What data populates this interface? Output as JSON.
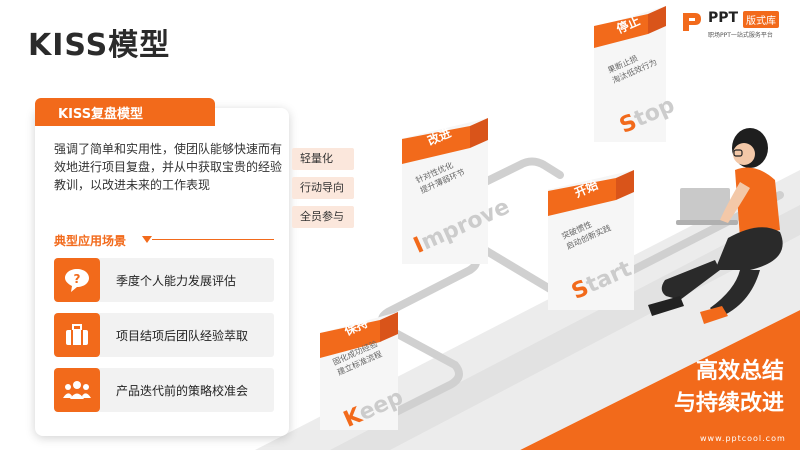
{
  "page": {
    "title": "KISS模型"
  },
  "logo": {
    "ppt": "PPT",
    "badge": "版式库",
    "subtitle": "职场PPT一站式服务平台"
  },
  "card": {
    "tab": "KISS复盘模型",
    "description": "强调了简单和实用性，使团队能够快速而有效地进行项目复盘，并从中获取宝贵的经验教训，以改进未来的工作表现",
    "scenarios_label": "典型应用场景",
    "scenarios": [
      {
        "icon": "question-bubble-icon",
        "text": "季度个人能力发展评估"
      },
      {
        "icon": "briefcase-icon",
        "text": "项目结项后团队经验萃取"
      },
      {
        "icon": "team-icon",
        "text": "产品迭代前的策略校准会"
      }
    ]
  },
  "tags": [
    "轻量化",
    "行动导向",
    "全员参与"
  ],
  "blocks": {
    "keep": {
      "label": "保持",
      "text1": "固化成功经验",
      "text2": "建立标准流程",
      "initial": "K",
      "rest": "eep"
    },
    "improve": {
      "label": "改进",
      "text1": "针对性优化",
      "text2": "提升薄弱环节",
      "initial": "I",
      "rest": "mprove"
    },
    "start": {
      "label": "开始",
      "text1": "突破惯性",
      "text2": "启动创新实践",
      "initial": "S",
      "rest": "tart"
    },
    "stop": {
      "label": "停止",
      "text1": "果断止损",
      "text2": "淘汰低效行为",
      "initial": "S",
      "rest": "top"
    }
  },
  "headline": {
    "line1": "高效总结",
    "line2": "与持续改进"
  },
  "site": "www.pptcool.com",
  "colors": {
    "accent": "#f26a1b",
    "text": "#333333",
    "tag_bg": "#fbe7dc"
  }
}
